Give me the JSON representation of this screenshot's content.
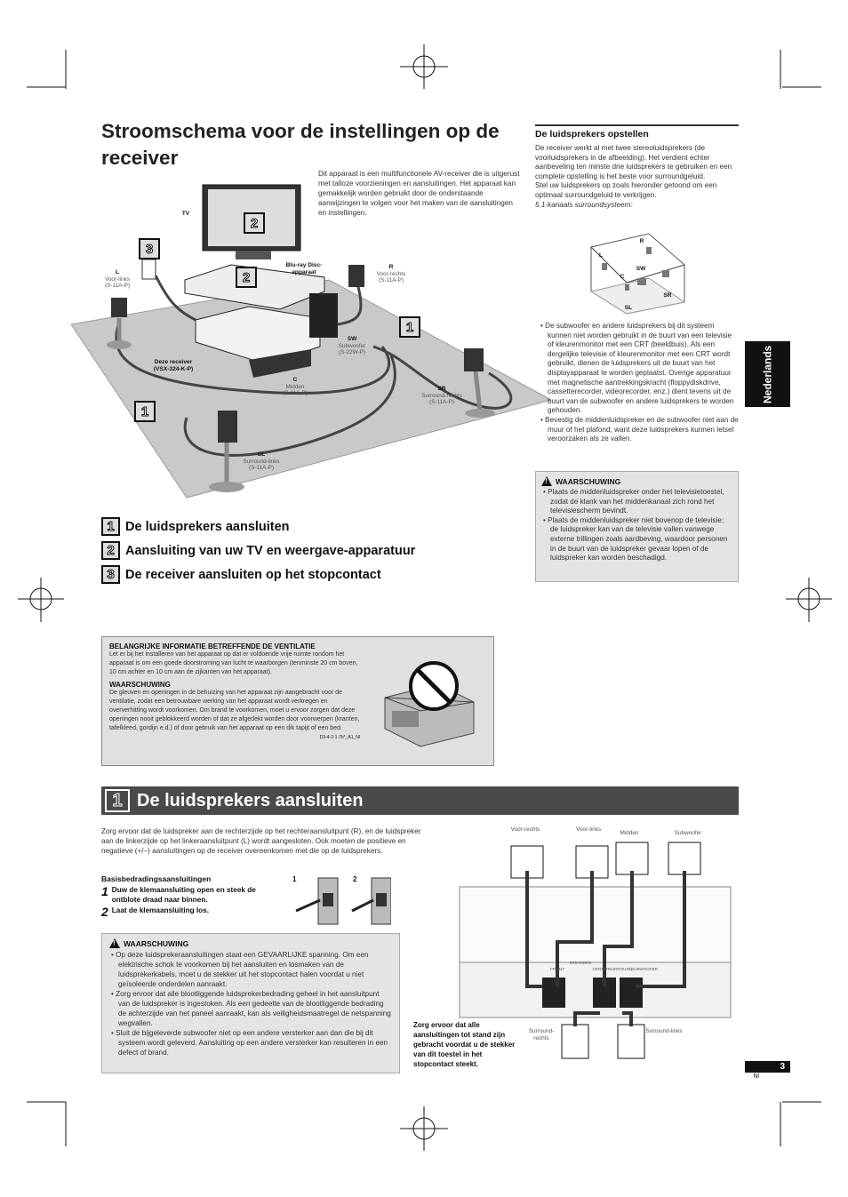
{
  "title": "Stroomschema voor de instellingen op de receiver",
  "intro": "Dit apparaat is een multifunctionele AV-receiver die is uitgerust met talloze voorzieningen en aansluitingen. Het apparaat kan gemakkelijk worden gebruikt door de onderstaande aanwijzingen te volgen voor het maken van de aansluitingen en instellingen.",
  "diagram": {
    "tv": "TV",
    "bluray": "Blu-ray Disc-apparaat",
    "receiver_name": "Deze receiver",
    "receiver_model": "(VSX-324-K-P)",
    "L": {
      "code": "L",
      "name": "Voor-links",
      "model": "(S-11A-P)"
    },
    "R": {
      "code": "R",
      "name": "Voor-rechts",
      "model": "(S-11A-P)"
    },
    "SW": {
      "code": "SW",
      "name": "Subwoofer",
      "model": "(S-22W-P)"
    },
    "C": {
      "code": "C",
      "name": "Midden",
      "model": "(S-11A-P)"
    },
    "SR": {
      "code": "SR",
      "name": "Surround-rechts",
      "model": "(S-11A-P)"
    },
    "SL": {
      "code": "SL",
      "name": "Surround-links",
      "model": "(S-11A-P)"
    },
    "badges": [
      "1",
      "2",
      "3"
    ]
  },
  "steps": [
    {
      "num": "1",
      "label": "De luidsprekers aansluiten"
    },
    {
      "num": "2",
      "label": "Aansluiting van uw TV en weergave-apparatuur"
    },
    {
      "num": "3",
      "label": "De receiver aansluiten op het stopcontact"
    }
  ],
  "placement": {
    "heading": "De luidsprekers opstellen",
    "p1": "De receiver werkt al met twee stereoluidsprekers (de voorluidsprekers in de afbeelding). Het verdient echter aanbeveling ten minste drie luidsprekers te gebruiken en een complete opstelling is het beste voor surroundgeluid.",
    "p2": "Stel uw luidsprekers op zoals hieronder getoond om een optimaal surroundgeluid te verkrijgen.",
    "caption": "5.1-kanaals surroundsysteem:",
    "room_labels": {
      "L": "L",
      "R": "R",
      "SW": "SW",
      "C": "C",
      "SL": "SL",
      "SR": "SR"
    },
    "bullets": [
      "De subwoofer en andere luidsprekers bij dit systeem kunnen niet worden gebruikt in de buurt van een televisie of kleurenmonitor met een CRT (beeldbuis). Als een dergelijke televisie of kleurenmonitor met een CRT wordt gebruikt, dienen de luidsprekers uit de buurt van het displayapparaat te worden geplaatst. Overige apparatuur met magnetische aantrekkingskracht (floppydiskdrive, cassetterecorder, videorecorder, enz.) dient tevens uit de buurt van de subwoofer en andere luidsprekers te worden gehouden.",
      "Bevestig de middenluidspreker en de subwoofer niet aan de muur of het plafond, want deze luidsprekers kunnen letsel veroorzaken als ze vallen."
    ],
    "warning_title": "WAARSCHUWING",
    "warning_bullets": [
      "Plaats de middenluidspreker onder het televisietoestel, zodat de klank van het middenkanaal zich rond het televisiescherm bevindt.",
      "Plaats de middenluidspreker niet bovenop de televisie; de luidspreker kan van de televisie vallen vanwege externe trillingen zoals aardbeving, waardoor personen in de buurt van de luidspreker gevaar lopen of de luidspreker kan worden beschadigd."
    ]
  },
  "side_tab": "Nederlands",
  "ventilation": {
    "title": "BELANGRIJKE INFORMATIE BETREFFENDE DE VENTILATIE",
    "text": "Let er bij het installeren van het apparaat op dat er voldoende vrije ruimte rondom het apparaat is om een goede doorstroming van lucht te waarborgen (tenminste 20 cm boven, 10 cm achter en 10 cm aan de zijkanten van het apparaat).",
    "warning_title": "WAARSCHUWING",
    "warning_text": "De gleuven en openingen in de behuizing van het apparaat zijn aangebracht voor de ventilatie, zodat een betrouwbare werking van het apparaat wordt verkregen en oververhitting wordt voorkomen. Om brand te voorkomen, moet u ervoor zorgen dat deze openingen nooit geblokkeerd worden of dat ze afgedekt worden door voorwerpen (kranten, tafelkleed, gordijn e.d.) of door gebruik van het apparaat op een dik tapijt of een bed.",
    "code": "D3-4-2-1-7b*_A1_Nl"
  },
  "section1": {
    "num": "1",
    "title": "De luidsprekers aansluiten",
    "intro": "Zorg ervoor dat de luidspreker aan de rechterzijde op het rechteraansluitpunt (R), en de luidspreker aan de linkerzijde op het linkeraansluitpunt (L) wordt aangesloten. Ook moeten de positieve en negatieve (+/–) aansluitingen op de receiver overeenkomen met die op de luidsprekers.",
    "basic_title": "Basisbedradingsaansluitingen",
    "step1_num": "1",
    "step1": "Duw de klemaansluiting open en steek de ontblote draad naar binnen.",
    "step2_num": "2",
    "step2": "Laat de klemaansluiting los.",
    "fig_nums": [
      "1",
      "2"
    ],
    "warning_title": "WAARSCHUWING",
    "warning_bullets": [
      "Op deze luidsprekeraansluitingen staat een GEVAARLIJKE spanning. Om een elektrische schok te voorkomen bij het aansluiten en losmaken van de luidsprekerkabels, moet u de stekker uit het stopcontact halen voordat u niet geïsoleerde onderdelen aanraakt.",
      "Zorg ervoor dat alle blootliggende luidsprekerbedrading geheel in het aansluitpunt van de luidspreker is ingestoken. Als een gedeelte van de blootliggende bedrading de achterzijde van het paneel aanraakt, kan als veiligheidsmaatregel de netspanning wegvallen.",
      "Sluit de bijgeleverde subwoofer niet op een andere versterker aan dan die bij dit systeem wordt geleverd. Aansluiting op een andere versterker kan resulteren in een defect of brand."
    ],
    "plug_note": "Zorg ervoor dat alle aansluitingen tot stand zijn gebracht voordat u de stekker van dit toestel in het stopcontact steekt.",
    "conn_labels": {
      "voor_rechts": "Voor-rechts",
      "voor_links": "Voor-links",
      "midden": "Midden",
      "subwoofer": "Subwoofer",
      "surround_rechts": "Surround-rechts",
      "surround_links": "Surround-links",
      "speakers": "SPEAKERS",
      "front": "FRONT",
      "center": "CENTER",
      "surround": "SURROUND",
      "subwoofer_term": "SUBWOOFER"
    }
  },
  "page": {
    "number": "3",
    "lang": "Nl"
  }
}
